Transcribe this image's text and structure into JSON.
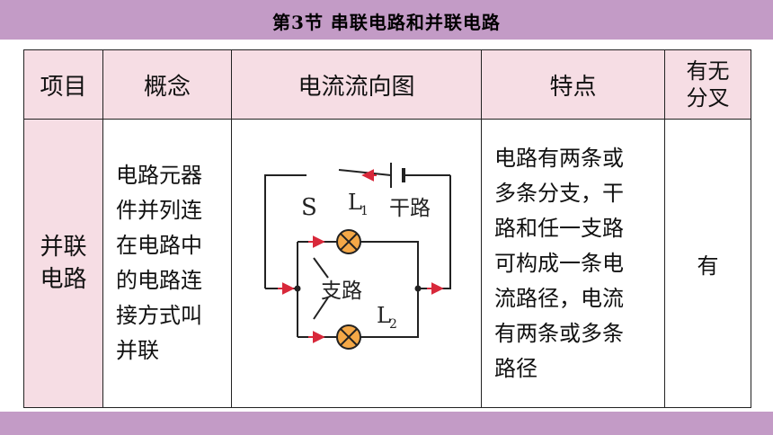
{
  "header": {
    "title": "第3节  串联电路和并联电路"
  },
  "table": {
    "columns": [
      "项目",
      "概念",
      "电流流向图",
      "特点",
      "有无分叉"
    ],
    "columns_split": {
      "c5_line1": "有无",
      "c5_line2": "分叉"
    },
    "row": {
      "item_line1": "并联",
      "item_line2": "电路",
      "concept_lines": [
        "电路元器",
        "件并列连",
        "在电路中",
        "的电路连",
        "接方式叫",
        "并联"
      ],
      "feature_lines": [
        "电路有两条或",
        "多条分支，干",
        "路和任一支路",
        "可构成一条电",
        "流路径，电流",
        "有两条或多条",
        "路径"
      ],
      "has_branch": "有"
    }
  },
  "diagram": {
    "switch_label": "S",
    "lamp1_label": "L",
    "lamp1_sub": "1",
    "lamp2_label": "L",
    "lamp2_sub": "2",
    "trunk_label": "干路",
    "branch_label": "支路",
    "colors": {
      "wire": "#222222",
      "arrow": "#d8283a",
      "lamp_fill": "#f4a847"
    }
  },
  "colors": {
    "banner": "#c39bc6",
    "header_bg": "#f6dde4"
  }
}
